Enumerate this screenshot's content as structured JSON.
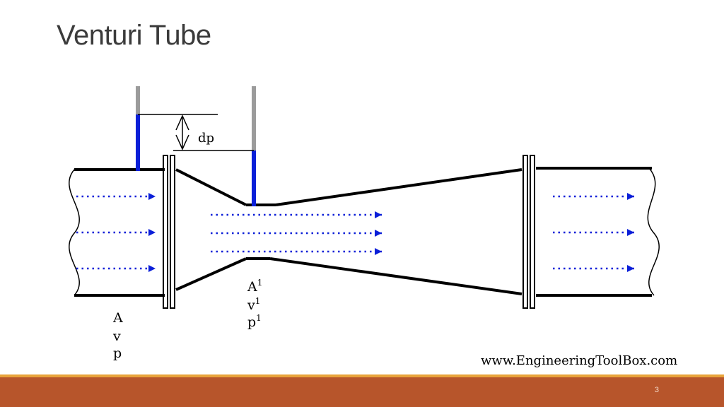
{
  "slide": {
    "title": "Venturi Tube",
    "page_number": "3"
  },
  "diagram": {
    "dp_label": "dp",
    "throat_labels": [
      "A",
      "v",
      "p"
    ],
    "throat_superscript": "1",
    "inlet_labels": [
      "A",
      "v",
      "p"
    ],
    "source": "www.EngineeringToolBox.com"
  },
  "colors": {
    "fluid": "#0a1fd8",
    "tube_gray": "#9b9b9b",
    "footer_bar": "#b7552b",
    "footer_line": "#e8a33a"
  }
}
